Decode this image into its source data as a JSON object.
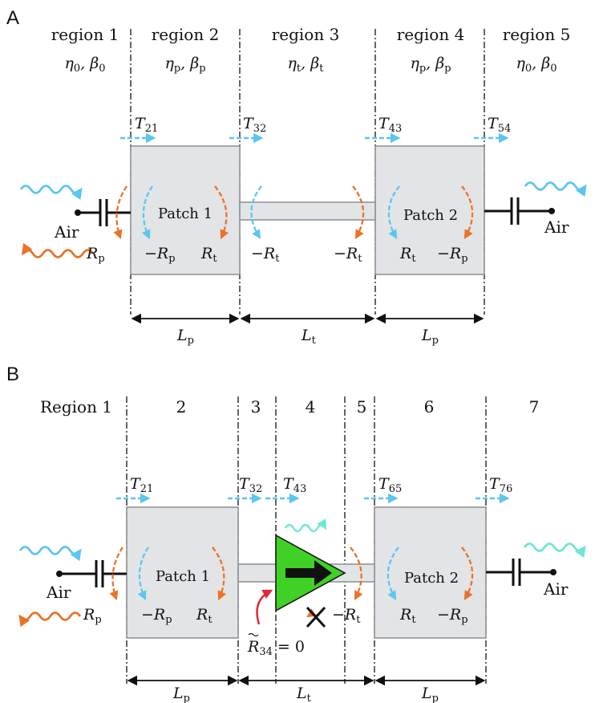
{
  "panel_a": {
    "letter": "A",
    "regions": [
      {
        "name": "region 1",
        "params": [
          {
            "b": "η",
            "s": "0"
          },
          {
            "b": "β",
            "s": "0"
          }
        ]
      },
      {
        "name": "region 2",
        "params": [
          {
            "b": "η",
            "s": "p"
          },
          {
            "b": "β",
            "s": "p"
          }
        ]
      },
      {
        "name": "region 3",
        "params": [
          {
            "b": "η",
            "s": "t"
          },
          {
            "b": "β",
            "s": "t"
          }
        ]
      },
      {
        "name": "region 4",
        "params": [
          {
            "b": "η",
            "s": "p"
          },
          {
            "b": "β",
            "s": "p"
          }
        ]
      },
      {
        "name": "region 5",
        "params": [
          {
            "b": "η",
            "s": "0"
          },
          {
            "b": "β",
            "s": "0"
          }
        ]
      }
    ],
    "transmissions": [
      {
        "b": "T",
        "s": "21"
      },
      {
        "b": "T",
        "s": "32"
      },
      {
        "b": "T",
        "s": "43"
      },
      {
        "b": "T",
        "s": "54"
      }
    ],
    "patch1": "Patch 1",
    "patch2": "Patch 2",
    "air_left": "Air",
    "air_right": "Air",
    "reflections": [
      {
        "sign": "",
        "b": "R",
        "s": "p"
      },
      {
        "sign": "−",
        "b": "R",
        "s": "p"
      },
      {
        "sign": "",
        "b": "R",
        "s": "t"
      },
      {
        "sign": "−",
        "b": "R",
        "s": "t"
      },
      {
        "sign": "−",
        "b": "R",
        "s": "t"
      },
      {
        "sign": "",
        "b": "R",
        "s": "t"
      },
      {
        "sign": "−",
        "b": "R",
        "s": "p"
      }
    ],
    "lengths": [
      {
        "b": "L",
        "s": "p"
      },
      {
        "b": "L",
        "s": "t"
      },
      {
        "b": "L",
        "s": "p"
      }
    ]
  },
  "panel_b": {
    "letter": "B",
    "regions": [
      "Region 1",
      "2",
      "3",
      "4",
      "5",
      "6",
      "7"
    ],
    "transmissions": [
      {
        "b": "T",
        "s": "21"
      },
      {
        "b": "T",
        "s": "32"
      },
      {
        "b": "T",
        "s": "43"
      },
      {
        "b": "T",
        "s": "65"
      },
      {
        "b": "T",
        "s": "76"
      }
    ],
    "patch1": "Patch 1",
    "patch2": "Patch 2",
    "air_left": "Air",
    "air_right": "Air",
    "reflections": [
      {
        "sign": "",
        "b": "R",
        "s": "p"
      },
      {
        "sign": "−",
        "b": "R",
        "s": "p"
      },
      {
        "sign": "",
        "b": "R",
        "s": "t"
      },
      {
        "sign": "−",
        "b": "R",
        "s": "t"
      },
      {
        "sign": "",
        "b": "R",
        "s": "t"
      },
      {
        "sign": "−",
        "b": "R",
        "s": "p"
      }
    ],
    "amp_eq": {
      "b": "R",
      "s": "34",
      "rest": " = 0"
    },
    "lengths": [
      {
        "b": "L",
        "s": "p"
      },
      {
        "b": "L",
        "s": "t"
      },
      {
        "b": "L",
        "s": "p"
      }
    ]
  },
  "colors": {
    "blue": "#5bc6ee",
    "orange": "#ea7326",
    "teal": "#6fe6d4",
    "patch_fill": "#e2e4e6",
    "patch_stroke": "#8b8e92",
    "amp_green": "#3fd125",
    "red_arrow": "#e0283a"
  }
}
